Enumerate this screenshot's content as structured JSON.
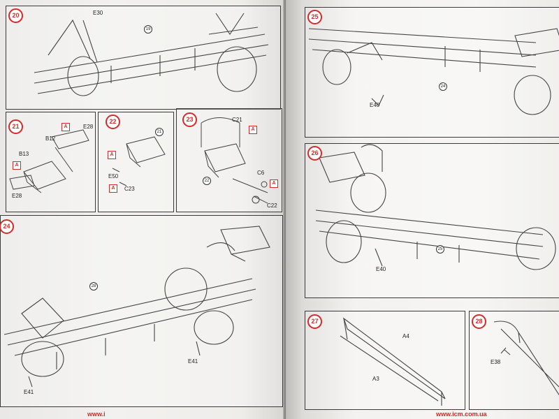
{
  "left_page": {
    "step_20": {
      "number": "20",
      "parts": {
        "e30": "E30"
      },
      "refs": [
        "19"
      ]
    },
    "step_21": {
      "number": "21",
      "parts": {
        "e28_top": "E28",
        "b12": "B12",
        "b13": "B13",
        "e28_bottom": "E28"
      },
      "marks": [
        "A",
        "A"
      ]
    },
    "step_22": {
      "number": "22",
      "parts": {
        "e50": "E50",
        "c23": "C23"
      },
      "refs": [
        "21"
      ],
      "marks": [
        "A",
        "A"
      ]
    },
    "step_23": {
      "number": "23",
      "parts": {
        "c21": "C21",
        "c6": "C6",
        "c22": "C22"
      },
      "refs": [
        "22"
      ],
      "marks": [
        "A",
        "A"
      ]
    },
    "step_24": {
      "number": "24",
      "parts": {
        "e41_right": "E41",
        "e41_left": "E41"
      },
      "refs": [
        "28"
      ]
    },
    "footer": "www.i"
  },
  "right_page": {
    "step_25": {
      "number": "25",
      "parts": {
        "e40": "E40"
      },
      "refs": [
        "24"
      ]
    },
    "step_26": {
      "number": "26",
      "parts": {
        "e40": "E40"
      },
      "refs": [
        "25"
      ]
    },
    "step_27": {
      "number": "27",
      "parts": {
        "a4": "A4",
        "a3": "A3"
      }
    },
    "step_28": {
      "number": "28",
      "parts": {
        "e38": "E38"
      }
    },
    "footer": "www.icm.com.ua"
  },
  "colors": {
    "accent": "#d32a2a",
    "line": "#3a3a3a",
    "paper": "#f3f2f0"
  }
}
